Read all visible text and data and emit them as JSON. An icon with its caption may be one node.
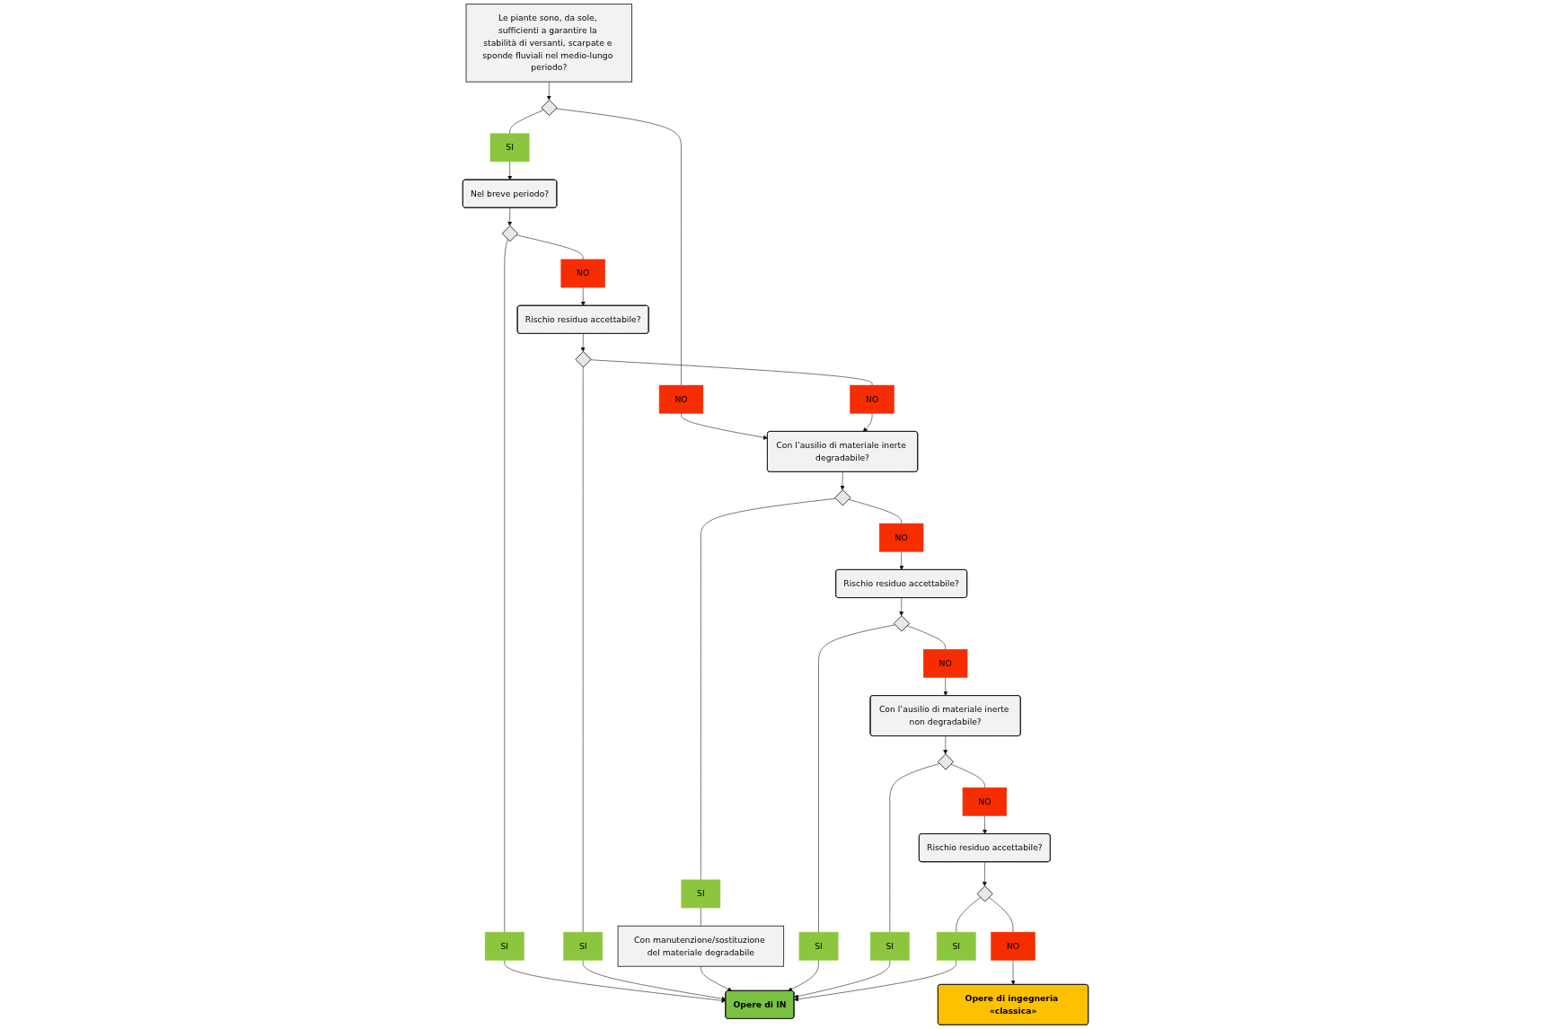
{
  "diagram": {
    "nodes": [
      {
        "text": [
          "Le piante sono, da sole, sufficienti a garantire la stabilità di versanti, scarpate e sponde fluviali nel medio-lungo periodo?"
        ]
      },
      {
        "text": [],
        "shape": "diamond"
      },
      {
        "text": [
          "NO"
        ]
      },
      {
        "text": [
          "SI"
        ]
      },
      {
        "text": [
          "Con l’ausilio di materiale inerte degradabile?"
        ]
      },
      {
        "text": [
          "Nel breve periodo?"
        ]
      },
      {
        "text": [
          "NO"
        ]
      },
      {
        "text": [
          "Rischio residuo accettabile?"
        ]
      },
      {
        "text": [],
        "shape": "diamond"
      },
      {
        "text": [
          "NO"
        ]
      },
      {
        "text": [],
        "shape": "diamond"
      },
      {
        "text": [
          "SI"
        ]
      },
      {
        "text": [
          "SI"
        ]
      },
      {
        "text": [],
        "shape": "diamond"
      },
      {
        "text": [
          "NO"
        ]
      },
      {
        "text": [
          "Rischio residuo accettabile?"
        ]
      },
      {
        "text": [
          "SI"
        ]
      },
      {
        "text": [
          "Con l’ausilio di materiale inerte non degradabile?"
        ]
      },
      {
        "text": [
          "NO"
        ]
      },
      {
        "text": [],
        "shape": "diamond"
      },
      {
        "text": [
          "SI"
        ]
      },
      {
        "text": [],
        "shape": "diamond"
      },
      {
        "text": [
          "SI"
        ]
      },
      {
        "text": [
          "Opere di IN"
        ]
      },
      {
        "text": [
          "NO"
        ]
      },
      {
        "text": [
          "Rischio residuo accettabile?"
        ]
      },
      {
        "text": [
          "Opere di ingegneria «classica»"
        ]
      },
      {
        "text": [
          "NO"
        ]
      },
      {
        "text": [],
        "shape": "diamond"
      },
      {
        "text": [
          "SI"
        ]
      },
      {
        "text": [
          "Con manutenzione/sostituzione del materiale degradabile"
        ]
      }
    ],
    "edges": [
      {
        "from": 0,
        "to": 1,
        "arrow": "to"
      },
      {
        "from": 1,
        "to": 2,
        "arrow": "none"
      },
      {
        "from": 2,
        "to": 4,
        "arrow": "to"
      },
      {
        "from": 1,
        "to": 3,
        "arrow": "none"
      },
      {
        "from": 3,
        "to": 5,
        "arrow": "to"
      },
      {
        "from": 5,
        "to": 10,
        "arrow": "to"
      },
      {
        "from": 10,
        "to": 9,
        "arrow": "none"
      },
      {
        "from": 9,
        "to": 7,
        "arrow": "to"
      },
      {
        "from": 10,
        "to": 11,
        "arrow": "none"
      },
      {
        "from": 11,
        "to": 23,
        "arrow": "to"
      },
      {
        "from": 7,
        "to": 8,
        "arrow": "to"
      },
      {
        "from": 8,
        "to": 6,
        "arrow": "none"
      },
      {
        "from": 6,
        "to": 4,
        "arrow": "to"
      },
      {
        "from": 8,
        "to": 16,
        "arrow": "none"
      },
      {
        "from": 16,
        "to": 23,
        "arrow": "to"
      },
      {
        "from": 4,
        "to": 13,
        "arrow": "to"
      },
      {
        "from": 13,
        "to": 12,
        "arrow": "none"
      },
      {
        "from": 12,
        "to": 30,
        "arrow": "none"
      },
      {
        "from": 30,
        "to": 23,
        "arrow": "to"
      },
      {
        "from": 13,
        "to": 14,
        "arrow": "none"
      },
      {
        "from": 14,
        "to": 15,
        "arrow": "to"
      },
      {
        "from": 15,
        "to": 19,
        "arrow": "to"
      },
      {
        "from": 19,
        "to": 18,
        "arrow": "none"
      },
      {
        "from": 18,
        "to": 17,
        "arrow": "to"
      },
      {
        "from": 19,
        "to": 20,
        "arrow": "none"
      },
      {
        "from": 20,
        "to": 23,
        "arrow": "to"
      },
      {
        "from": 17,
        "to": 21,
        "arrow": "to"
      },
      {
        "from": 21,
        "to": 22,
        "arrow": "none"
      },
      {
        "from": 22,
        "to": 23,
        "arrow": "to"
      },
      {
        "from": 21,
        "to": 24,
        "arrow": "none"
      },
      {
        "from": 24,
        "to": 25,
        "arrow": "to"
      },
      {
        "from": 25,
        "to": 28,
        "arrow": "to"
      },
      {
        "from": 28,
        "to": 27,
        "arrow": "none"
      },
      {
        "from": 27,
        "to": 26,
        "arrow": "to"
      },
      {
        "from": 28,
        "to": 29,
        "arrow": "none"
      },
      {
        "from": 29,
        "to": 23,
        "arrow": "to"
      }
    ]
  }
}
